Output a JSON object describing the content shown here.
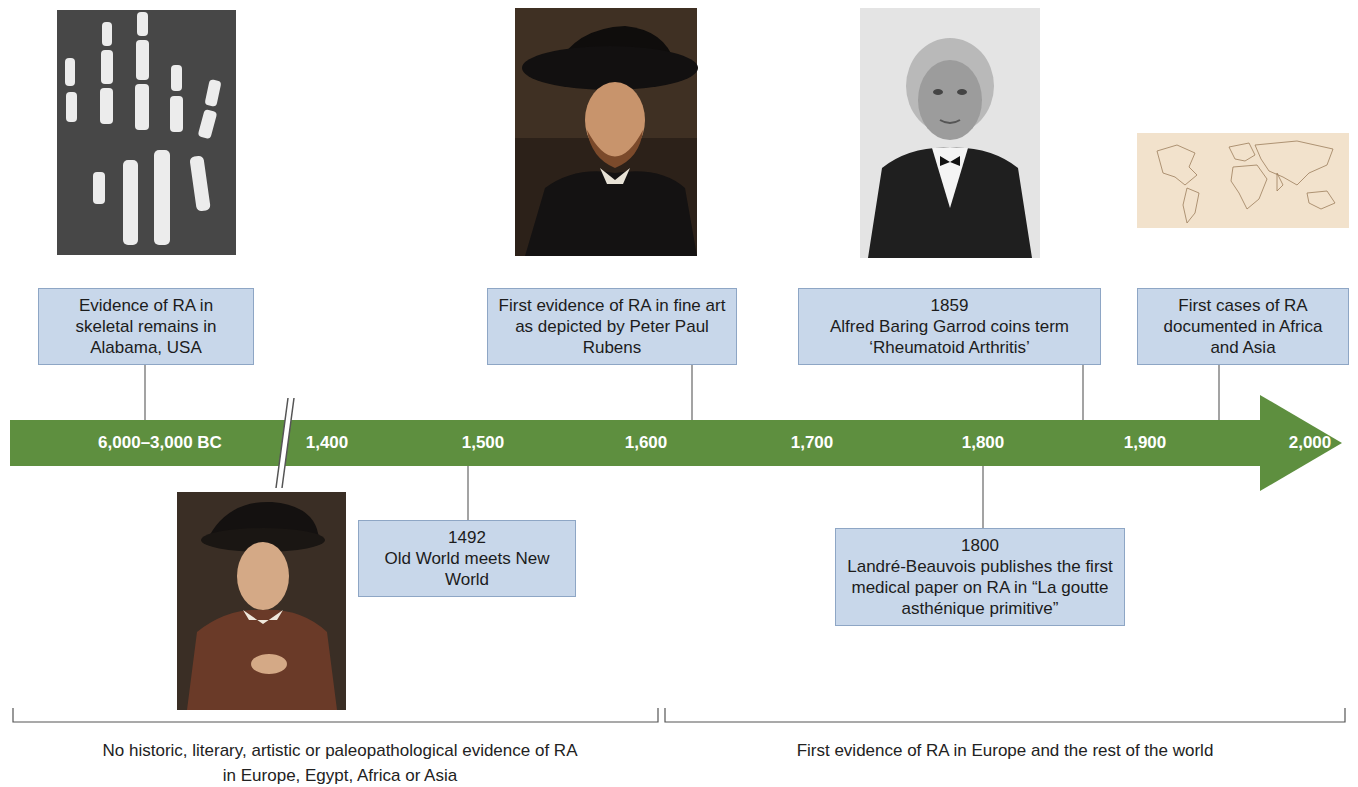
{
  "diagram": {
    "nodes": [
      {
        "text": [
          "Evidence of RA in skeletal remains in Alabama, USA"
        ]
      },
      {
        "text": [
          "First evidence of RA in fine art as depicted by Peter Paul Rubens"
        ]
      },
      {
        "text": [
          "1859",
          "Alfred Baring Garrod coins term ‘Rheumatoid Arthritis’"
        ]
      },
      {
        "text": [
          "First cases of RA documented in Africa and Asia"
        ]
      },
      {
        "text": [
          "6,000–3,000 BC",
          "1,400",
          "1,500",
          "1,600",
          "1,700",
          "1,800",
          "1,900",
          "2,000"
        ]
      },
      {
        "text": [
          "1492",
          "Old World meets New World"
        ]
      },
      {
        "text": [
          "1800",
          "Landré-Beauvois publishes the first medical paper on RA in “La goutte asthénique primitive”"
        ]
      }
    ],
    "edges": [
      {
        "from": 0,
        "to": 4,
        "arrow": "none"
      },
      {
        "from": 1,
        "to": 4,
        "arrow": "none"
      },
      {
        "from": 2,
        "to": 4,
        "arrow": "none"
      },
      {
        "from": 3,
        "to": 4,
        "arrow": "none"
      },
      {
        "from": 5,
        "to": 4,
        "arrow": "none"
      },
      {
        "from": 6,
        "to": 4,
        "arrow": "none"
      }
    ],
    "labels": [
      "No historic, literary, artistic or paleopathological evidence of RA in Europe, Egypt, Africa or Asia",
      "First evidence of RA in Europe and the rest of the world"
    ]
  }
}
